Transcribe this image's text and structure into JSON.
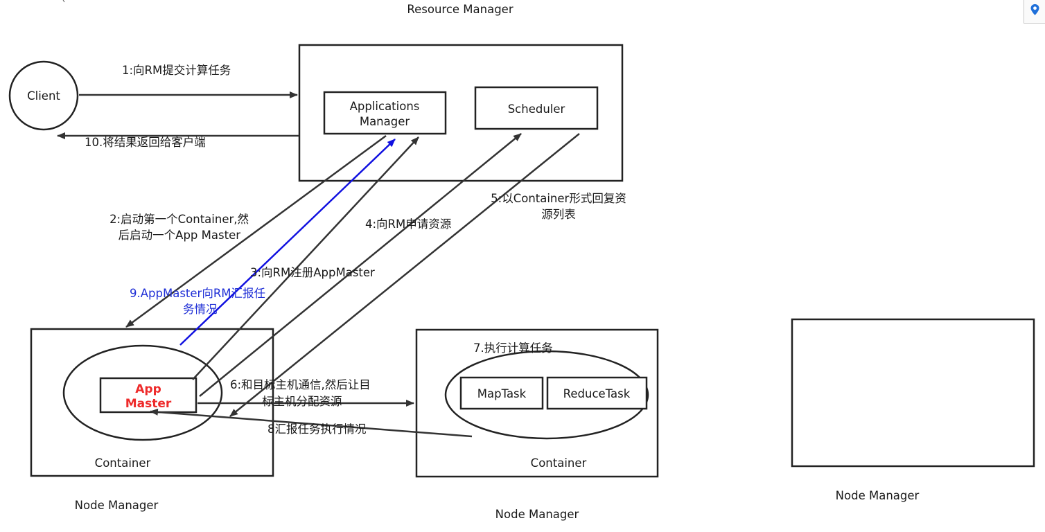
{
  "labels": {
    "resource_manager": "Resource Manager",
    "client": "Client",
    "applications_manager": [
      "Applications",
      "Manager"
    ],
    "scheduler": "Scheduler",
    "app_master": [
      "App",
      "Master"
    ],
    "maptask": "MapTask",
    "reducetask": "ReduceTask",
    "container_left": "Container",
    "container_right": "Container",
    "node_manager_left": "Node Manager",
    "node_manager_middle": "Node Manager",
    "node_manager_right": "Node Manager"
  },
  "steps": {
    "step1": "1:向RM提交计算任务",
    "step2": [
      "2:启动第一个Container,然",
      "后启动一个App Master"
    ],
    "step3": "3:向RM注册AppMaster",
    "step4": "4:向RM申请资源",
    "step5": [
      "5:以Container形式回复资",
      "源列表"
    ],
    "step6": [
      "6:和目标主机通信,然后让目",
      "标主机分配资源"
    ],
    "step7": "7.执行计算任务",
    "step8": "8汇报任务执行情况",
    "step9": [
      "9.AppMaster向RM汇报任",
      "务情况"
    ],
    "step10": "10.将结果返回给客户端"
  },
  "colors": {
    "line": "#333333",
    "highlight_line": "#1010e0",
    "highlight_text": "#1f2fd6",
    "app_master_text": "#ee2a2a",
    "pin_icon": "#1e6fd9"
  },
  "icons": {
    "corner": "location-pin-icon"
  }
}
